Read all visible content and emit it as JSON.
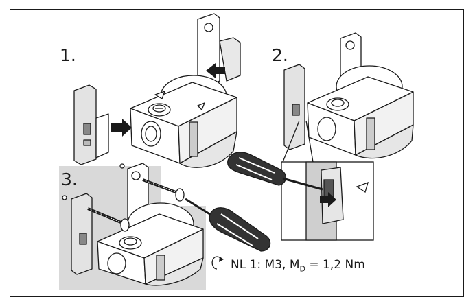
{
  "steps": {
    "step1": "1.",
    "step2": "2.",
    "step3": "3."
  },
  "spec": {
    "text_pre": "NL 1:  M3, M",
    "subscript": "D",
    "text_post": " = 1,2 Nm"
  },
  "icons": {
    "torque": "rotation-arrow-icon",
    "push_arrow": "push-arrow-icon",
    "screwdriver": "screwdriver-icon",
    "screw": "screw-icon"
  },
  "colors": {
    "line": "#1a1a1a",
    "shaded_panel": "#d9d9d9",
    "part_fill": "#ffffff",
    "shadow": "#bdbdbd"
  }
}
